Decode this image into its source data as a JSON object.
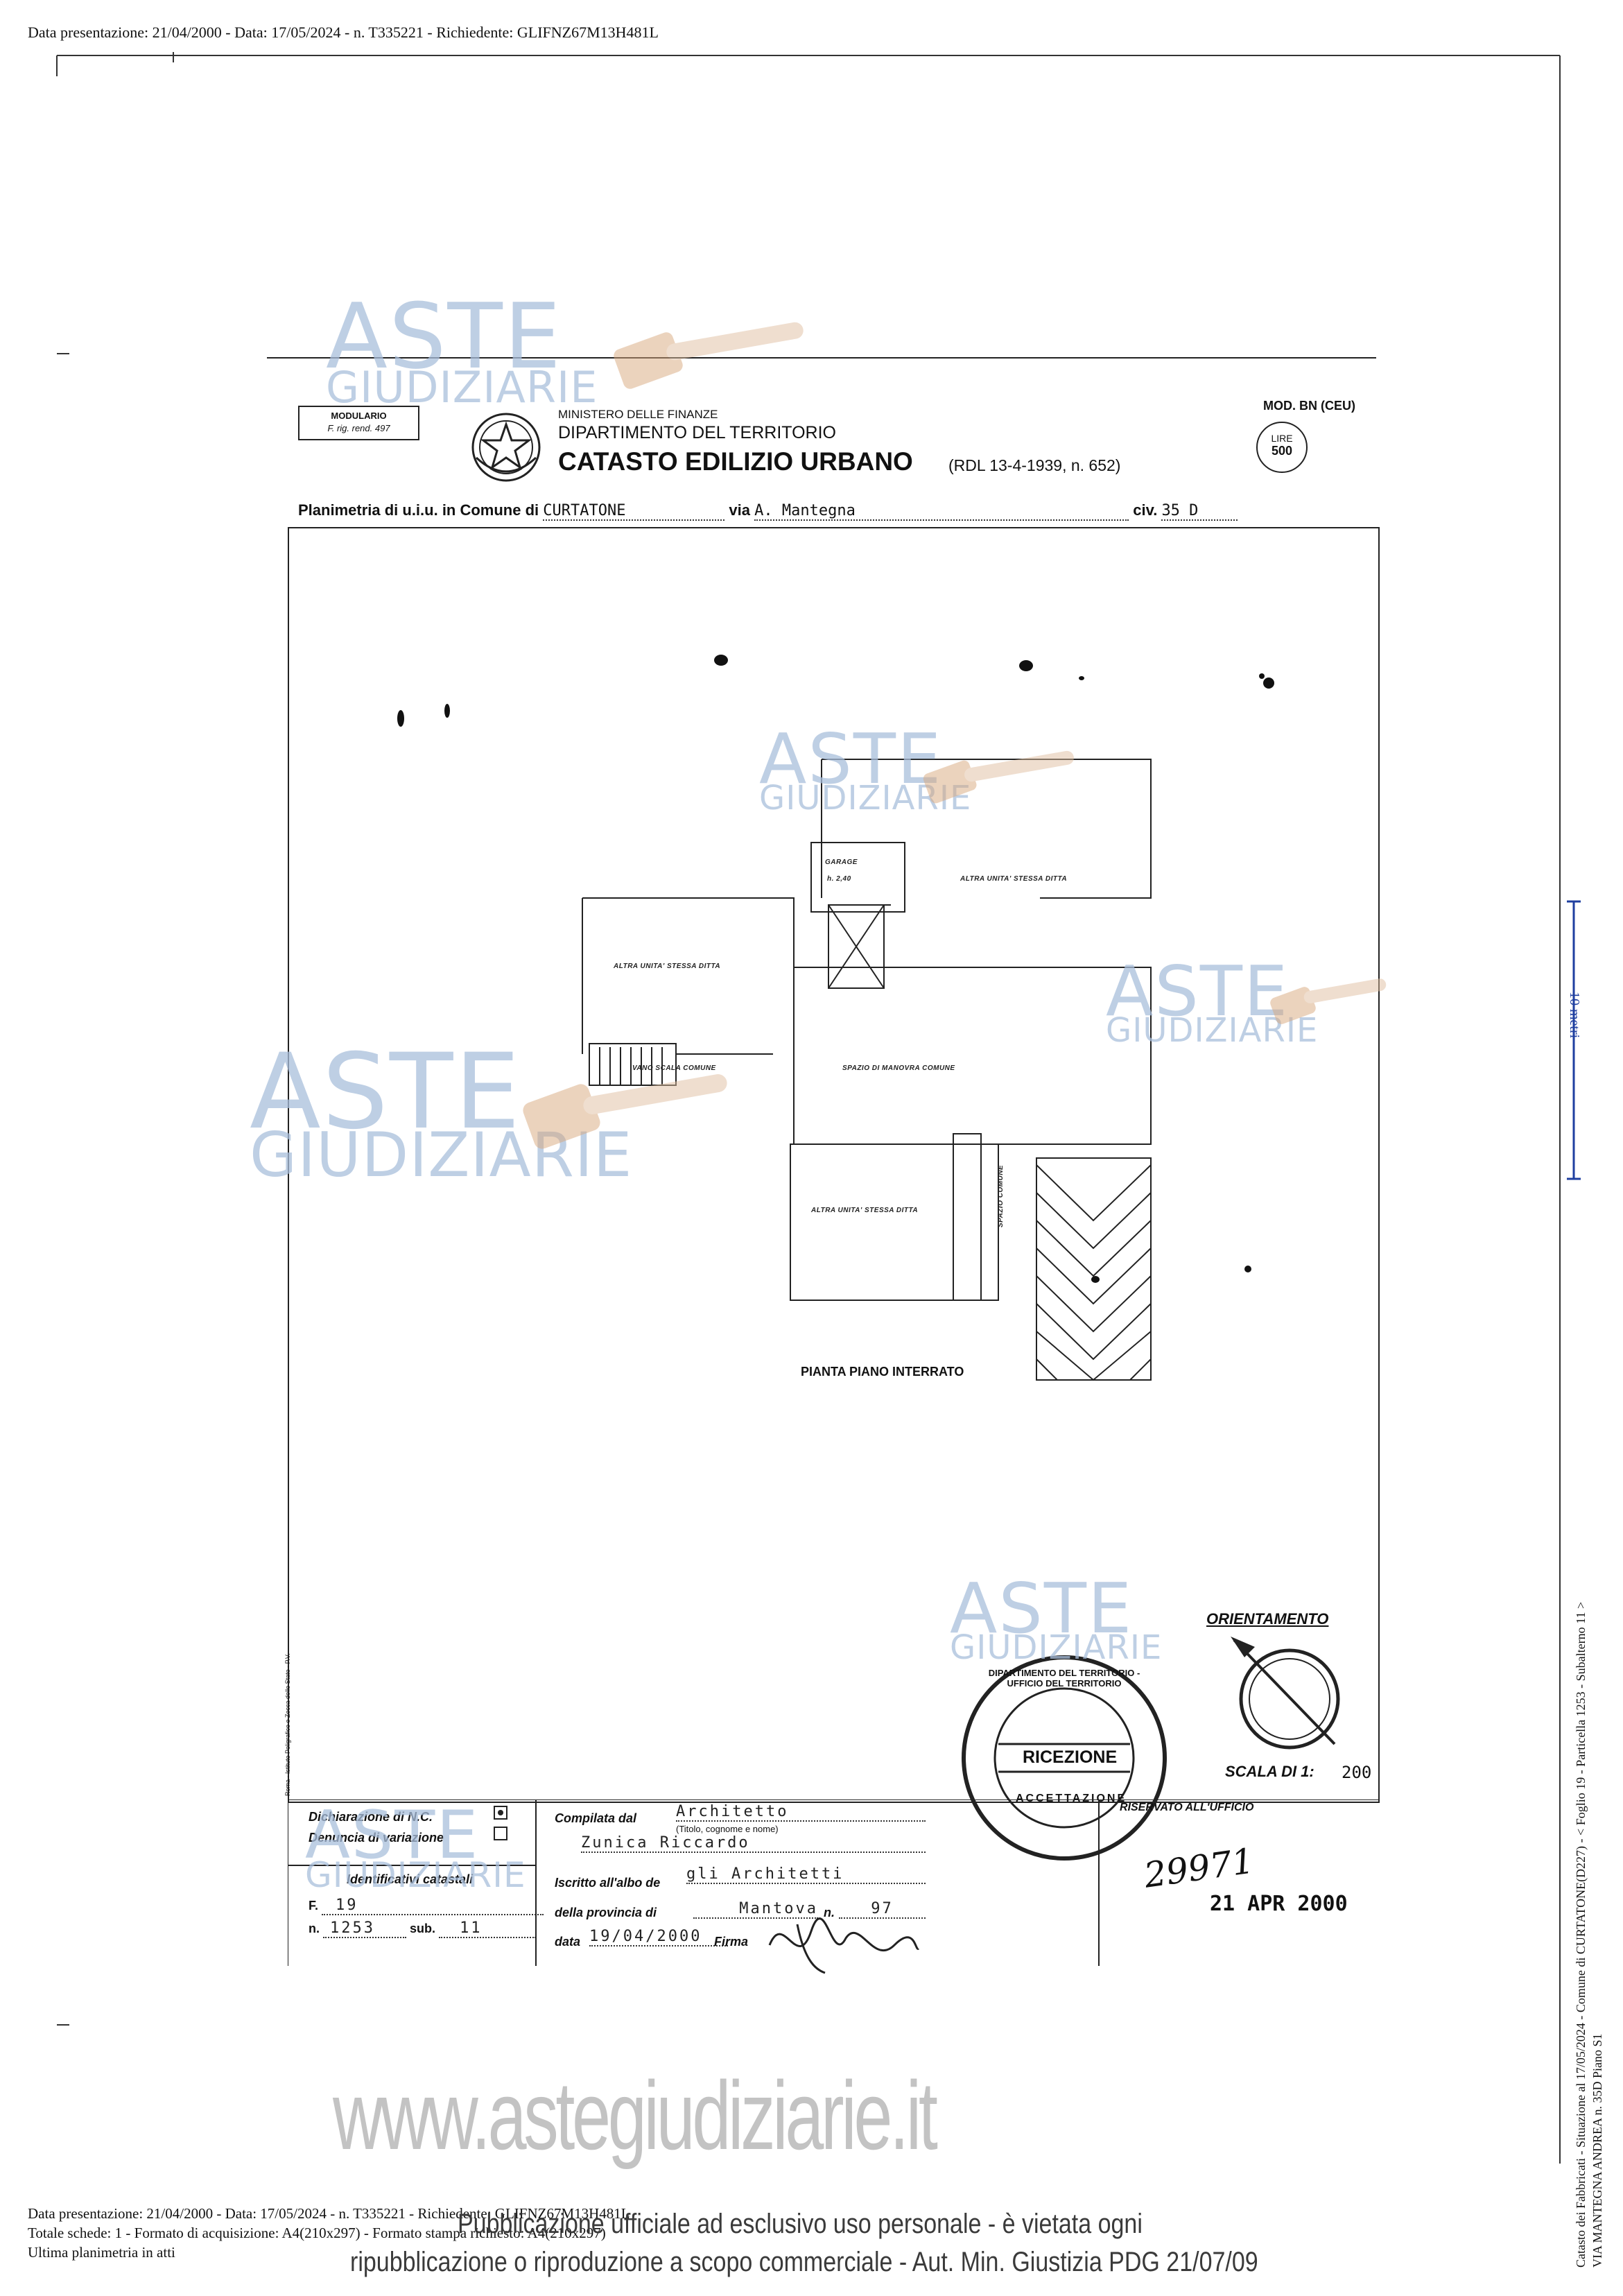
{
  "header": {
    "top_line": "Data presentazione: 21/04/2000 - Data: 17/05/2024 - n. T335221 - Richiedente: GLIFNZ67M13H481L"
  },
  "form": {
    "modulario_line1": "MODULARIO",
    "modulario_line2": "F. rig. rend. 497",
    "ministry": "MINISTERO DELLE FINANZE",
    "department": "DIPARTIMENTO DEL TERRITORIO",
    "catasto_title": "CATASTO EDILIZIO URBANO",
    "law_ref": "(RDL 13-4-1939, n. 652)",
    "mod_label": "MOD. BN (CEU)",
    "stamp_lire": "LIRE",
    "stamp_value": "500",
    "planimetria_label": "Planimetria di u.i.u. in Comune di",
    "comune": "CURTATONE",
    "via_label": "via",
    "via": "A. Mantegna",
    "civ_label": "civ.",
    "civ": "35 D"
  },
  "plan": {
    "rooms": {
      "garage": "GARAGE",
      "garage_height": "h. 2,40",
      "altra_unita_top": "ALTRA UNITA' STESSA DITTA",
      "altra_unita_left": "ALTRA UNITA' STESSA DITTA",
      "vano_scala": "VANO SCALA COMUNE",
      "spazio_manovra": "SPAZIO DI MANOVRA COMUNE",
      "altra_unita_bottom": "ALTRA UNITA' STESSA DITTA",
      "spazio_comune": "SPAZIO COMUNE"
    },
    "floor_label": "PIANTA PIANO INTERRATO",
    "orientamento": "ORIENTAMENTO",
    "scala_label": "SCALA DI 1:",
    "scala_value": "200",
    "printer_note": "Roma - Istituto Poligrafico e Zecca dello Stato - P.V."
  },
  "stamp": {
    "center": "RICEZIONE",
    "ring_text": "DIPARTIMENTO DEL TERRITORIO - UFFICIO DEL TERRITORIO",
    "inner_text": "ACCETTAZIONE"
  },
  "footer_form": {
    "dichiarazione": "Dichiarazione di N.C.",
    "denuncia": "Denuncia di variazione",
    "identificativi": "Identificativi catastali",
    "f_label": "F.",
    "foglio": "19",
    "n_label": "n.",
    "particella": "1253",
    "sub_label": "sub.",
    "sub": "11",
    "compilata_label": "Compilata dal",
    "titolo": "Architetto",
    "titolo_hint": "(Titolo, cognome e nome)",
    "nome": "Zunica Riccardo",
    "iscritto_label": "Iscritto all'albo de",
    "albo": "gli Architetti",
    "provincia_label": "della provincia di",
    "provincia": "Mantova",
    "n_albo_label": "n.",
    "n_albo": "97",
    "data_label": "data",
    "data": "19/04/2000",
    "firma_label": "Firma",
    "riservato": "RISERVATO ALL'UFFICIO",
    "handwritten_number": "29971",
    "ufficio_date": "21 APR 2000"
  },
  "side": {
    "scale_marker": "10 metri",
    "vertical_info_1": "Catasto dei Fabbricati - Situazione al 17/05/2024 - Comune di CURTATONE(D227) - < Foglio 19 - Particella 1253 - Subalterno 11 >",
    "vertical_info_2": "VIA MANTEGNA ANDREA n. 35D Piano S1"
  },
  "watermarks": {
    "aste": "ASTE",
    "giudiziarie": "GIUDIZIARIE",
    "site": "www.astegiudiziarie.it"
  },
  "bottom": {
    "line1": "Data presentazione: 21/04/2000 - Data: 17/05/2024 - n. T335221 - Richiedente: GLIFNZ67M13H481L",
    "line2": "Totale schede: 1 - Formato di acquisizione: A4(210x297) - Formato stampa richiesto: A4(210x297)",
    "line3": "Ultima planimetria in atti",
    "notice1": "Pubblicazione ufficiale ad esclusivo uso personale - è vietata ogni",
    "notice2": "ripubblicazione o riproduzione a scopo commerciale - Aut. Min. Giustizia PDG 21/07/09"
  },
  "colors": {
    "watermark": "#a9bfdc",
    "ink": "#111111",
    "scale_marker": "#1f3fa0"
  }
}
